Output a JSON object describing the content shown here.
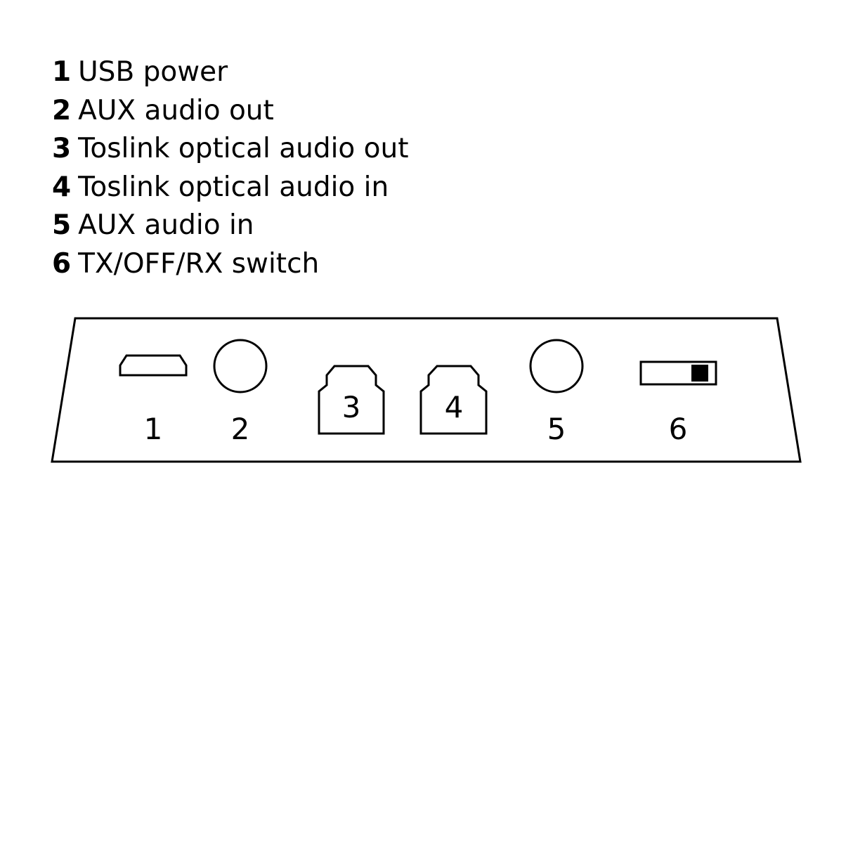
{
  "legend": [
    {
      "number": "1",
      "text": "USB power"
    },
    {
      "number": "2",
      "text": "AUX audio out"
    },
    {
      "number": "3",
      "text": "Toslink optical audio out"
    },
    {
      "number": "4",
      "text": "Toslink optical audio in"
    },
    {
      "number": "5",
      "text": "AUX audio in"
    },
    {
      "number": "6",
      "text": "TX/OFF/RX switch"
    }
  ],
  "ports": [
    {
      "label": "1",
      "icon": "micro-usb-port-icon"
    },
    {
      "label": "2",
      "icon": "aux-jack-icon"
    },
    {
      "label": "3",
      "icon": "toslink-port-icon"
    },
    {
      "label": "4",
      "icon": "toslink-port-icon"
    },
    {
      "label": "5",
      "icon": "aux-jack-icon"
    },
    {
      "label": "6",
      "icon": "slide-switch-icon"
    }
  ],
  "switch_position": "right",
  "colors": {
    "line": "#000000",
    "background": "#ffffff"
  }
}
